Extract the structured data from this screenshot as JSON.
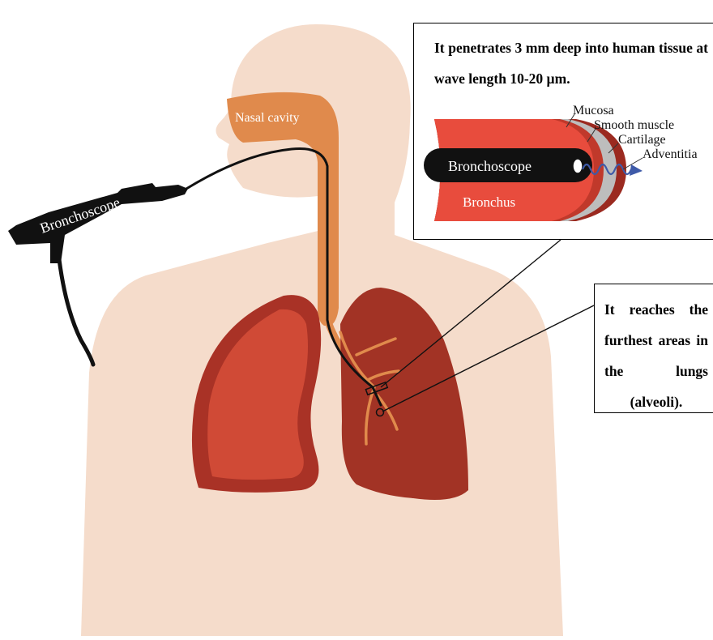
{
  "labels": {
    "nasal_cavity": "Nasal cavity",
    "bronchoscope_handle": "Bronchoscope",
    "bronchoscope_tube": "Bronchoscope",
    "bronchus": "Bronchus",
    "mucosa": "Mucosa",
    "smooth_muscle": "Smooth muscle",
    "cartilage": "Cartilage",
    "adventitia": "Adventitia"
  },
  "notes": {
    "penetration": "It penetrates 3 mm deep into human tissue at wave length 10-20 µm.",
    "reach": "It reaches the furthest areas in the lungs (alveoli)."
  },
  "colors": {
    "skin": "#f5dccb",
    "airway": "#e08a4c",
    "lung_left": "#d04a36",
    "lung_right": "#a23325",
    "lung_rim": "#b5382a",
    "bronchus_body": "#e84c3d",
    "mucosa_layer": "#c0392b",
    "smooth_muscle_layer": "#bdbdbd",
    "cartilage_layer": "#9b2a20",
    "wave": "#3e5aa8"
  }
}
